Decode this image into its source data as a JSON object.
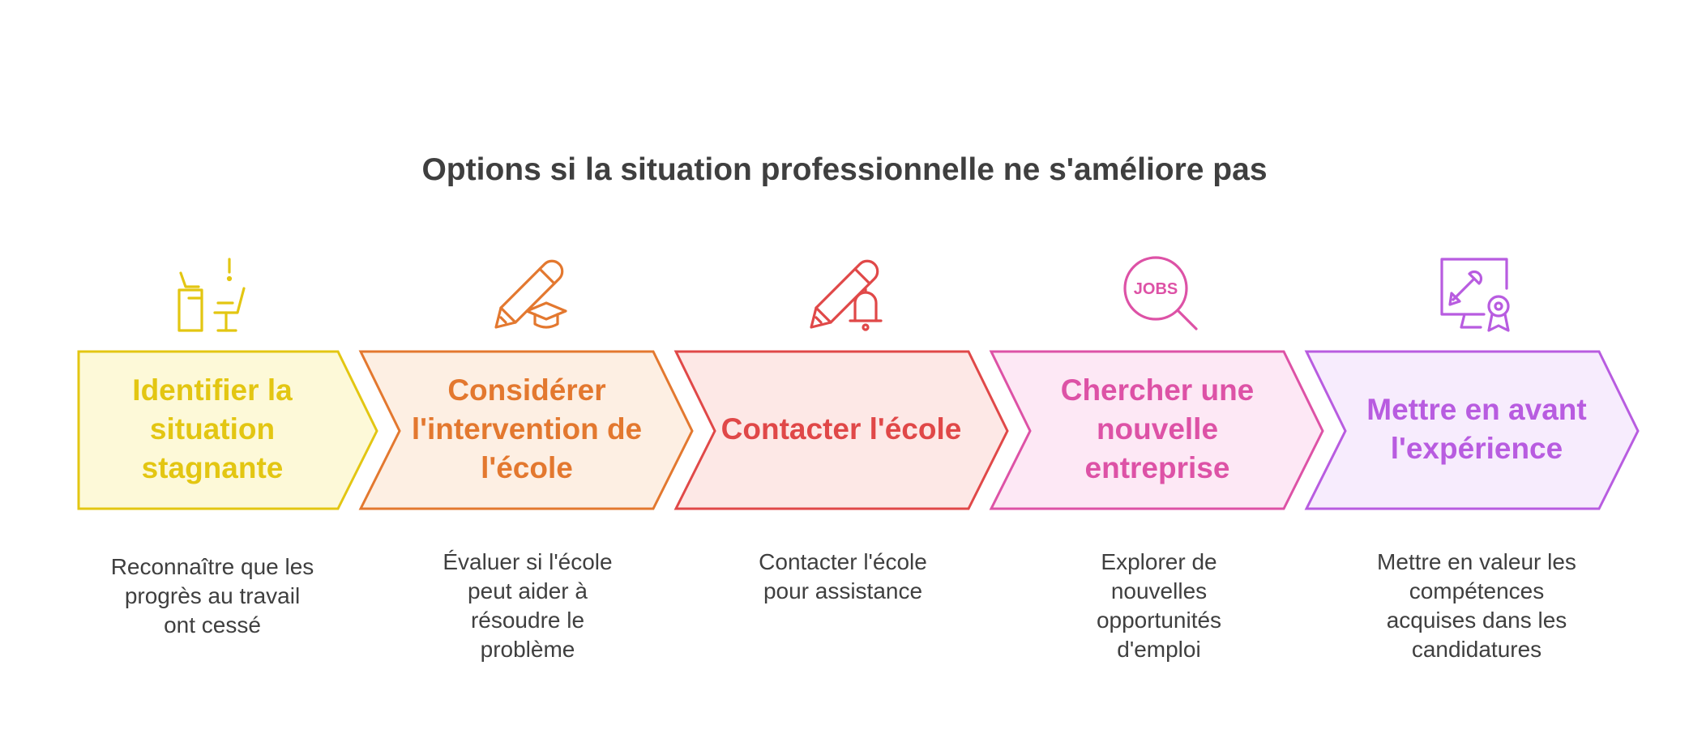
{
  "title": "Options si la situation professionnelle ne s'améliore pas",
  "steps": [
    {
      "label": "Identifier la situation stagnante",
      "description": "Reconnaître que les progrès au travail ont cessé",
      "icon": "stagnant-desk-icon",
      "color": "#e3c612",
      "fill": "#fdf9d8"
    },
    {
      "label": "Considérer l'intervention de l'école",
      "description": "Évaluer si l'école peut aider à résoudre le problème",
      "icon": "pencil-graduation-cap-icon",
      "color": "#e3782f",
      "fill": "#fdefe3"
    },
    {
      "label": "Contacter l'école",
      "description": "Contacter l'école pour assistance",
      "icon": "pencil-bell-icon",
      "color": "#e04848",
      "fill": "#fde8e6"
    },
    {
      "label": "Chercher une nouvelle entreprise",
      "description": "Explorer de nouvelles opportunités d'emploi",
      "icon": "jobs-search-icon",
      "color": "#dd52a6",
      "fill": "#fde8f5"
    },
    {
      "label": "Mettre en avant l'expérience",
      "description": "Mettre en valeur les compétences acquises dans les candidatures",
      "icon": "certified-skill-monitor-icon",
      "color": "#b85ce0",
      "fill": "#f7ecfd"
    }
  ]
}
